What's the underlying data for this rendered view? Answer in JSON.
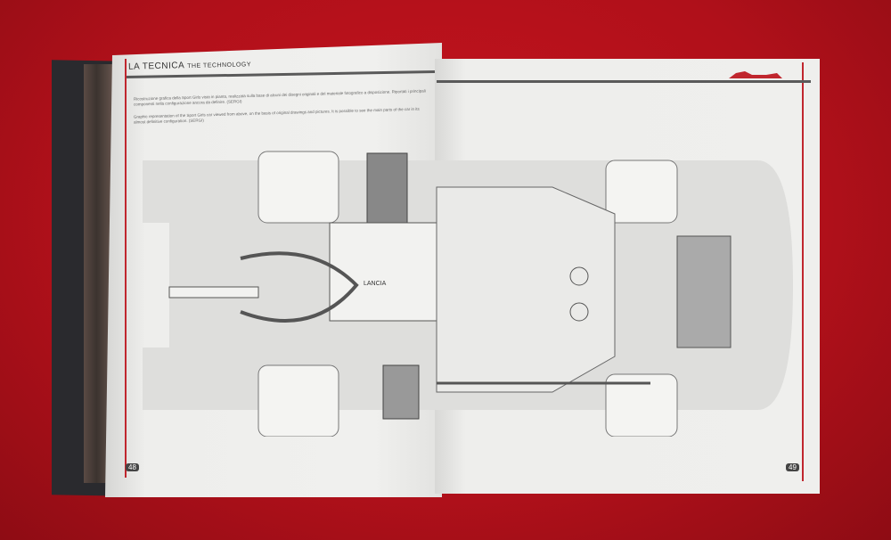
{
  "book": {
    "header_it": "LA TECNICA",
    "header_en": "THE TECHNOLOGY",
    "caption_it": "Ricostruzione grafica della Sport Girls vista in pianta, realizzata sulla base di alcuni dei disegni originali e del materiale fotografico a disposizione. Riportati i principali componenti nella configurazione ancora da definire. (SERGI)",
    "caption_en": "Graphic representation of the Sport Girls car viewed from above, on the basis of original drawings and pictures. It is possible to see the main parts of the car in its almost definitive configuration. (SERGI)",
    "engine_label": "LANCIA",
    "page_left": "48",
    "page_right": "49"
  },
  "colors": {
    "background": "#b5121b",
    "page": "#efefed",
    "accent": "#c0262e"
  }
}
